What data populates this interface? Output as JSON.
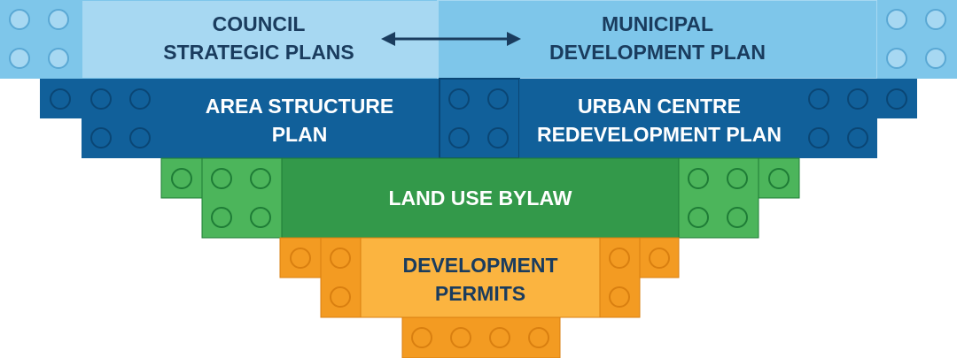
{
  "colors": {
    "light_blue": "#7EC6EA",
    "light_blue_bright": "#A7D8F2",
    "light_blue_dark": "#5AA8D4",
    "dark_blue": "#11609A",
    "dark_blue_dark": "#0A4675",
    "green": "#33994A",
    "green_bright": "#4CB55B",
    "green_dark": "#1E7C36",
    "orange": "#F39B22",
    "orange_bright": "#FBB440",
    "orange_dark": "#D97F10",
    "text_dark": "#1A3C5E",
    "text_white": "#FFFFFF"
  },
  "tiers": {
    "council": {
      "line1": "COUNCIL",
      "line2": "STRATEGIC PLANS"
    },
    "municipal": {
      "line1": "MUNICIPAL",
      "line2": "DEVELOPMENT PLAN"
    },
    "area_structure": {
      "line1": "AREA STRUCTURE",
      "line2": "PLAN"
    },
    "urban_centre": {
      "line1": "URBAN CENTRE",
      "line2": "REDEVELOPMENT PLAN"
    },
    "land_use": {
      "line1": "LAND USE BYLAW"
    },
    "development_permits": {
      "line1": "DEVELOPMENT",
      "line2": "PERMITS"
    }
  },
  "arrow_icon": "double-headed-arrow-icon"
}
